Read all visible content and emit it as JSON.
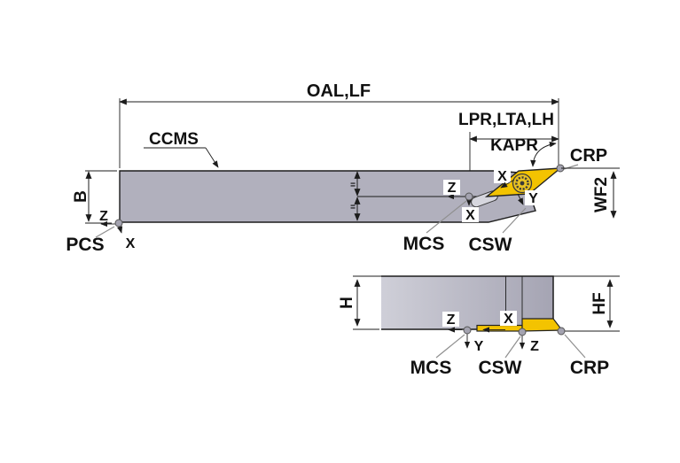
{
  "colors": {
    "body_gray": "#b1b0bd",
    "body_gray_light": "#cfcfd8",
    "body_gray_dark": "#a5a4b3",
    "insert_yellow": "#f3c301",
    "notch_gray": "#d6d6de",
    "marker_fill": "#a4a3b0",
    "line_black": "#1c1c1c",
    "leader_gray": "#8f8f8f"
  },
  "top_view": {
    "overall_length_label": "OAL,LF",
    "protrusion_label": "LPR,LTA,LH",
    "cutting_angle_label": "KAPR",
    "corner_point_label": "CRP",
    "shank_surface_label": "CCMS",
    "shank_width_label": "B",
    "corner_offset_label": "WF2",
    "equal_marks": [
      "=",
      "="
    ],
    "pcs": {
      "label": "PCS",
      "z": "Z",
      "x": "X"
    },
    "mcs": {
      "label": "MCS",
      "z": "Z",
      "x": "X"
    },
    "csw": {
      "label": "CSW",
      "x": "X",
      "y": "Y"
    }
  },
  "side_view": {
    "shank_height_label": "H",
    "functional_height_label": "HF",
    "corner_point_label": "CRP",
    "mcs": {
      "label": "MCS",
      "z": "Z",
      "y": "Y"
    },
    "csw": {
      "label": "CSW",
      "x": "X",
      "z": "Z"
    }
  }
}
